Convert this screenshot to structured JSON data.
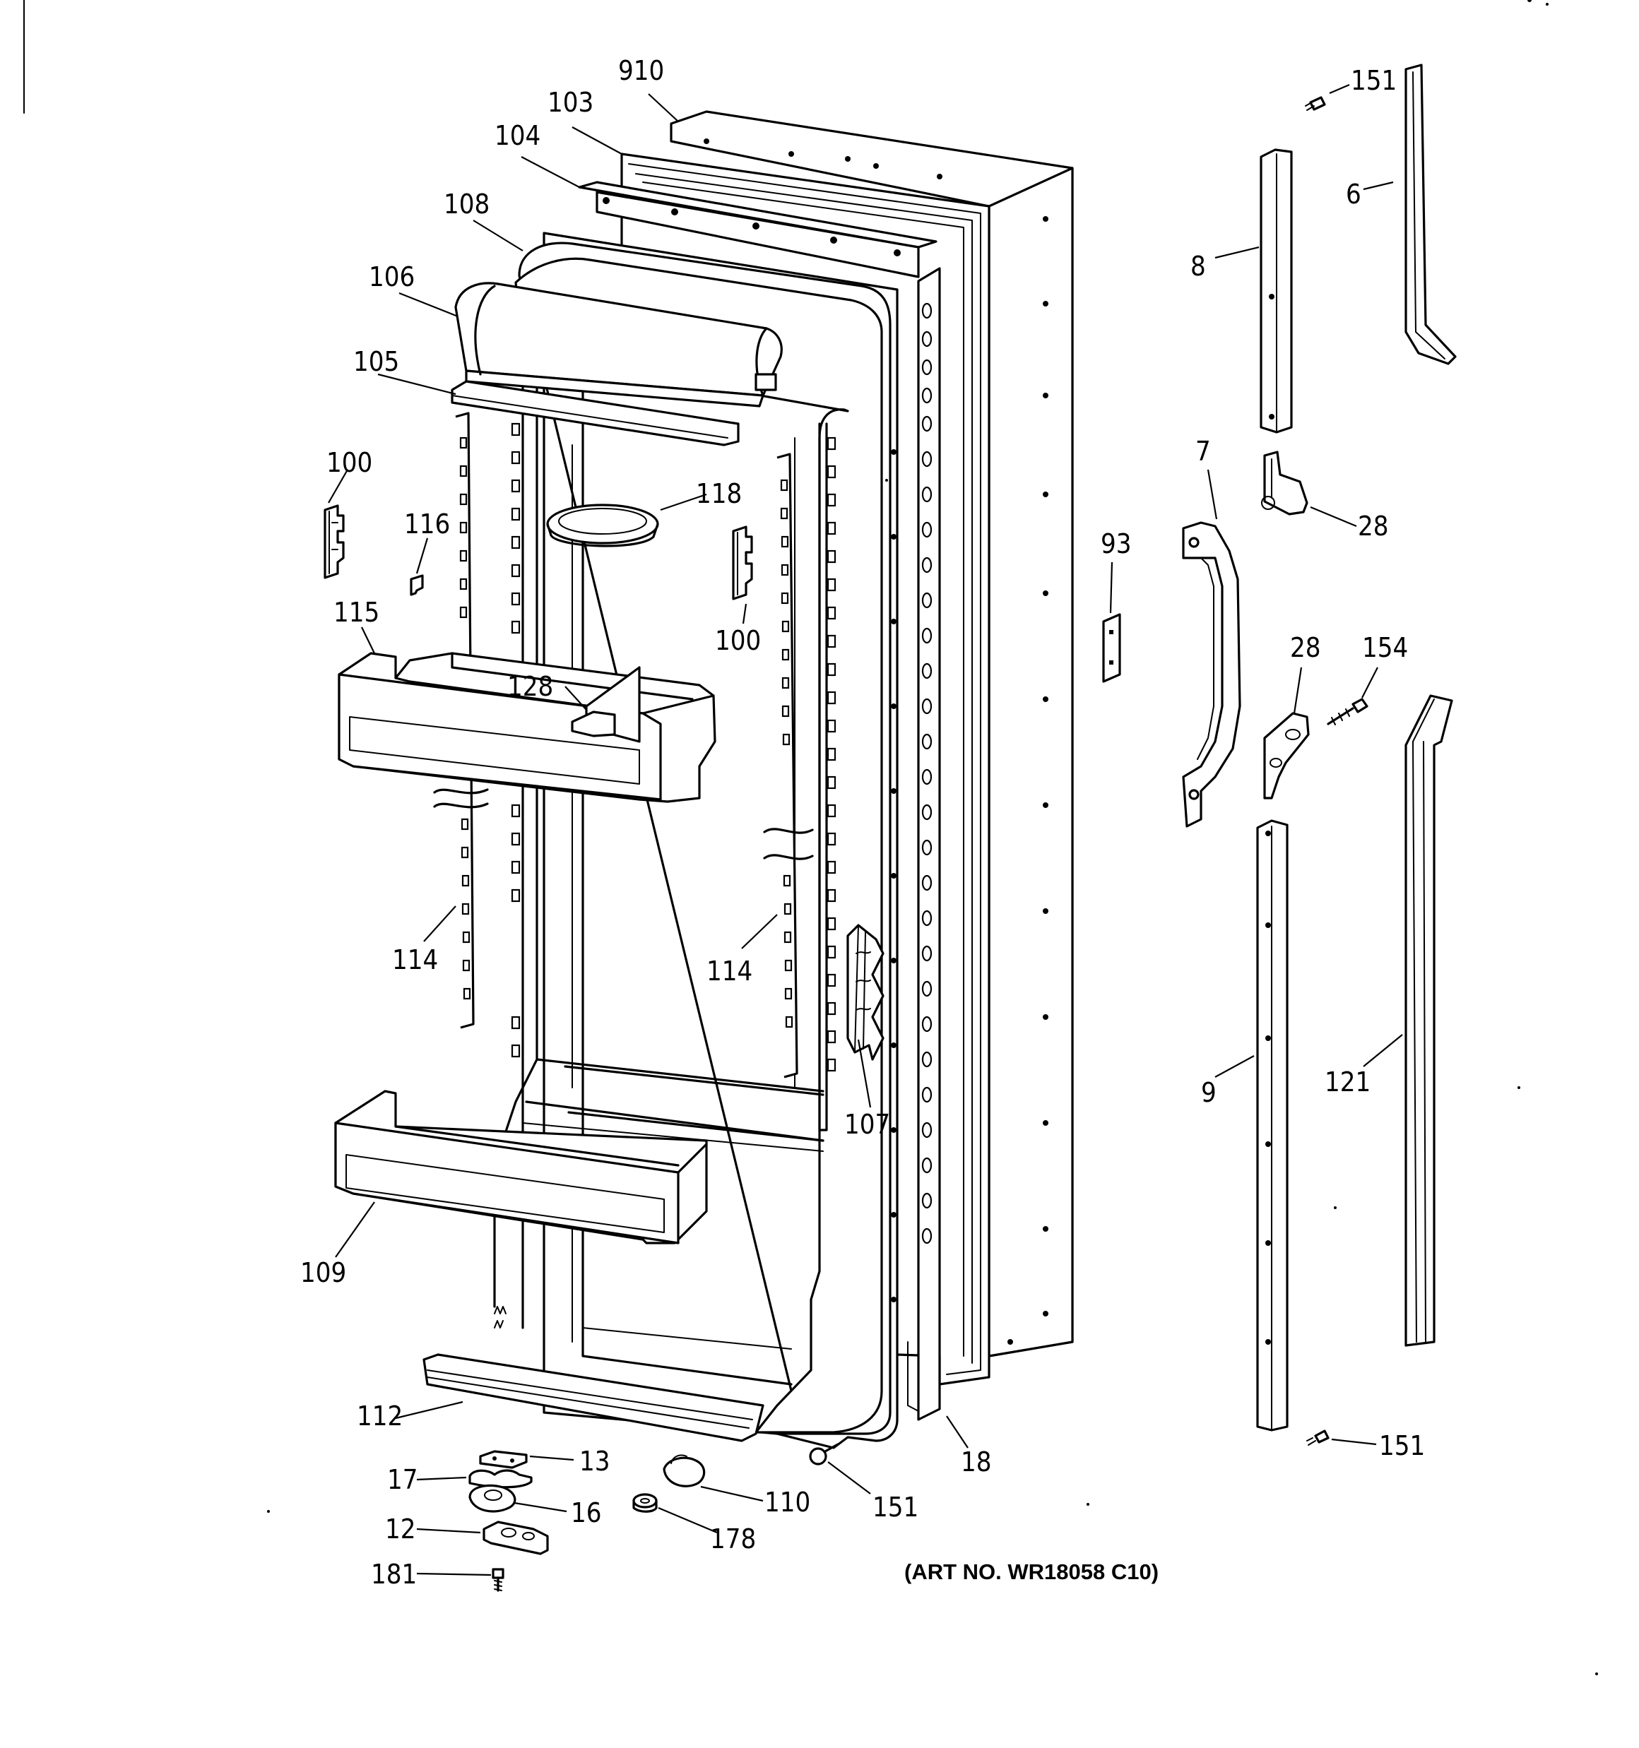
{
  "caption": "(ART NO. WR18058 C10)",
  "labels": {
    "l910": "910",
    "l103": "103",
    "l104": "104",
    "l108": "108",
    "l106": "106",
    "l105": "105",
    "l100a": "100",
    "l116": "116",
    "l118": "118",
    "l100b": "100",
    "l115": "115",
    "l128": "128",
    "l114a": "114",
    "l114b": "114",
    "l107": "107",
    "l109": "109",
    "l112": "112",
    "l13": "13",
    "l17": "17",
    "l16": "16",
    "l12": "12",
    "l181": "181",
    "l110": "110",
    "l178": "178",
    "l151c": "151",
    "l18": "18",
    "l93": "93",
    "l151a": "151",
    "l6": "6",
    "l8": "8",
    "l7": "7",
    "l28a": "28",
    "l28b": "28",
    "l154": "154",
    "l9": "9",
    "l121": "121",
    "l151b": "151"
  }
}
